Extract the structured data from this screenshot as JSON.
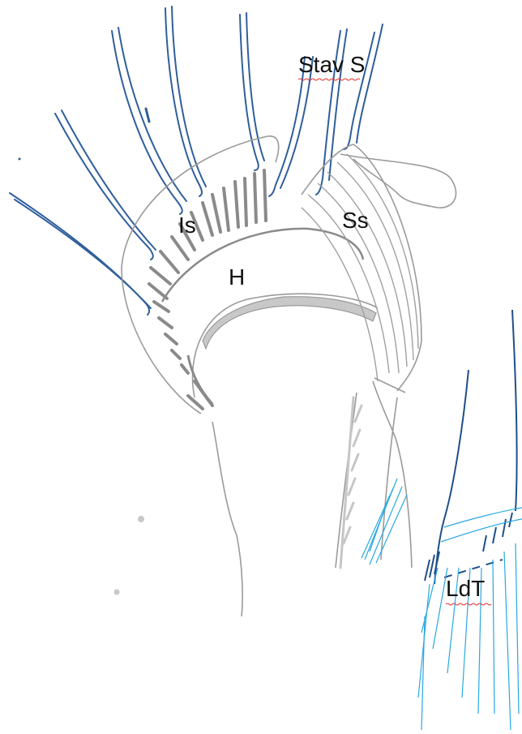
{
  "labels": {
    "stay_s": "Stav S",
    "is": "Is",
    "ss": "Ss",
    "h": "H",
    "ldt": "LdT"
  },
  "colors": {
    "nerve_blue": "#2f5f9c",
    "dark_blue": "#1f4f88",
    "light_blue": "#29a8e0",
    "outline_gray": "#9a9a9a",
    "fiber_gray": "#8a8a8a",
    "spellcheck_red": "#e03030"
  }
}
